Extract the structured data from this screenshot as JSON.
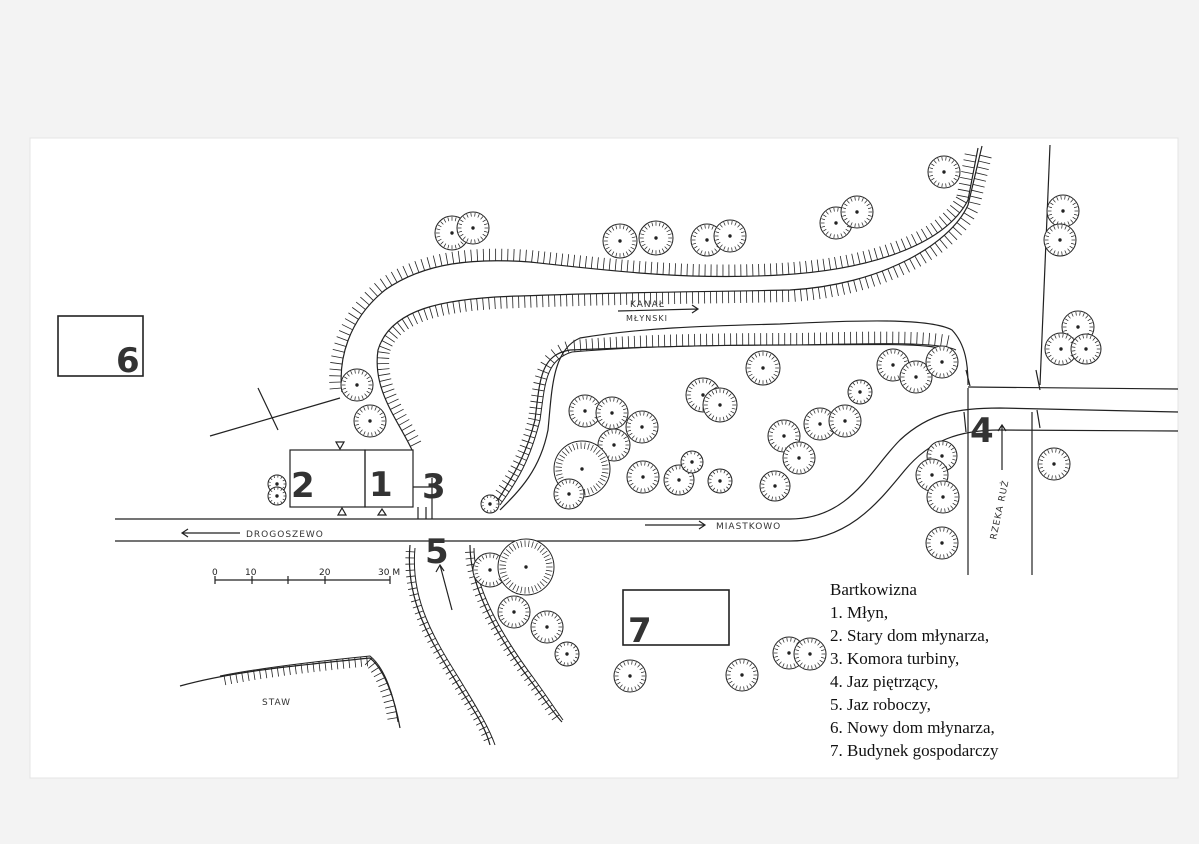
{
  "map": {
    "labels": {
      "n1": "1",
      "n2": "2",
      "n3": "3",
      "n4": "4",
      "n5": "5",
      "n6": "6",
      "n7": "7",
      "drogoszewo": "DROGOSZEWO",
      "miastkowo": "MIASTKOWO",
      "kanal_line1": "KANAŁ",
      "kanal_line2": "MŁYNSKI",
      "rzeka": "RZEKA RUŻ",
      "staw": "STAW"
    },
    "scale": {
      "t0": "0",
      "t10": "10",
      "t20": "20",
      "t30": "30 M"
    }
  },
  "legend": {
    "title": "Bartkowizna",
    "items": [
      "1. Młyn,",
      "2. Stary dom młynarza,",
      "3. Komora turbiny,",
      "4. Jaz piętrzący,",
      "5. Jaz roboczy,",
      "6. Nowy dom młynarza,",
      "7. Budynek gospodarczy"
    ]
  }
}
